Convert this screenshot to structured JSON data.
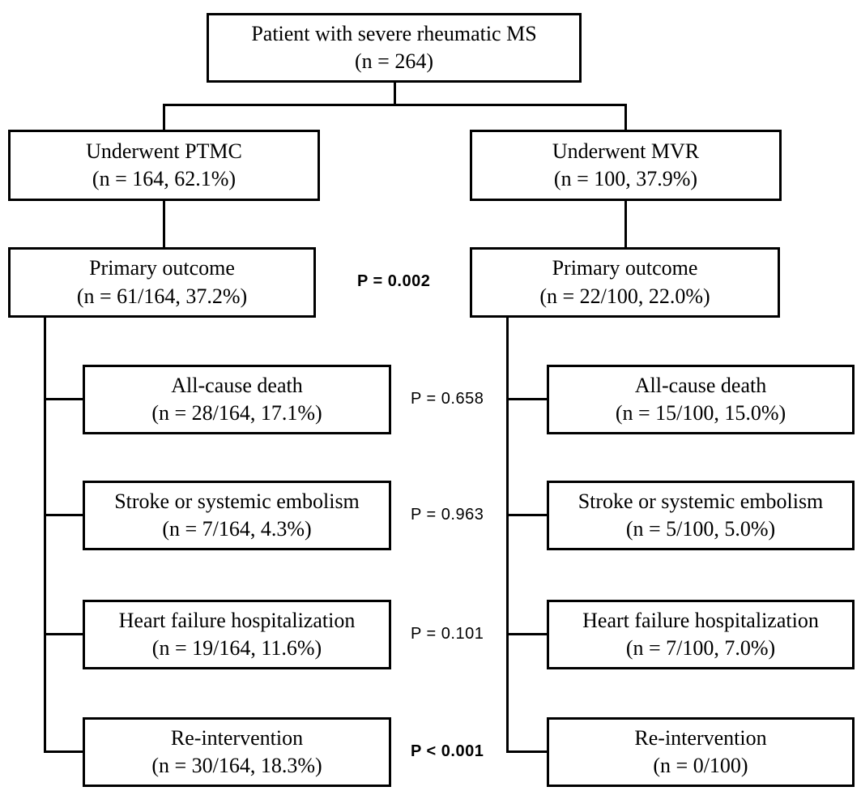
{
  "diagram": {
    "root": {
      "title": "Patient with severe rheumatic MS",
      "count": "(n = 264)"
    },
    "left_arm": {
      "group": {
        "title": "Underwent PTMC",
        "count": "(n = 164, 62.1%)"
      },
      "primary": {
        "title": "Primary outcome",
        "count": "(n = 61/164, 37.2%)"
      },
      "outcomes": [
        {
          "title": "All-cause death",
          "count": "(n = 28/164, 17.1%)"
        },
        {
          "title": "Stroke or systemic embolism",
          "count": "(n = 7/164, 4.3%)"
        },
        {
          "title": "Heart failure hospitalization",
          "count": "(n = 19/164, 11.6%)"
        },
        {
          "title": "Re-intervention",
          "count": "(n = 30/164, 18.3%)"
        }
      ]
    },
    "right_arm": {
      "group": {
        "title": "Underwent MVR",
        "count": "(n = 100, 37.9%)"
      },
      "primary": {
        "title": "Primary outcome",
        "count": "(n = 22/100, 22.0%)"
      },
      "outcomes": [
        {
          "title": "All-cause death",
          "count": "(n = 15/100, 15.0%)"
        },
        {
          "title": "Stroke or systemic embolism",
          "count": "(n = 5/100, 5.0%)"
        },
        {
          "title": "Heart failure hospitalization",
          "count": "(n = 7/100, 7.0%)"
        },
        {
          "title": "Re-intervention",
          "count": "(n = 0/100)"
        }
      ]
    },
    "p_values": [
      {
        "label": "P = 0.002"
      },
      {
        "label": "P = 0.658"
      },
      {
        "label": "P = 0.963"
      },
      {
        "label": "P = 0.101"
      },
      {
        "label": "P < 0.001"
      }
    ],
    "colors": {
      "line": "#000000",
      "background": "#ffffff",
      "text": "#000000"
    }
  }
}
